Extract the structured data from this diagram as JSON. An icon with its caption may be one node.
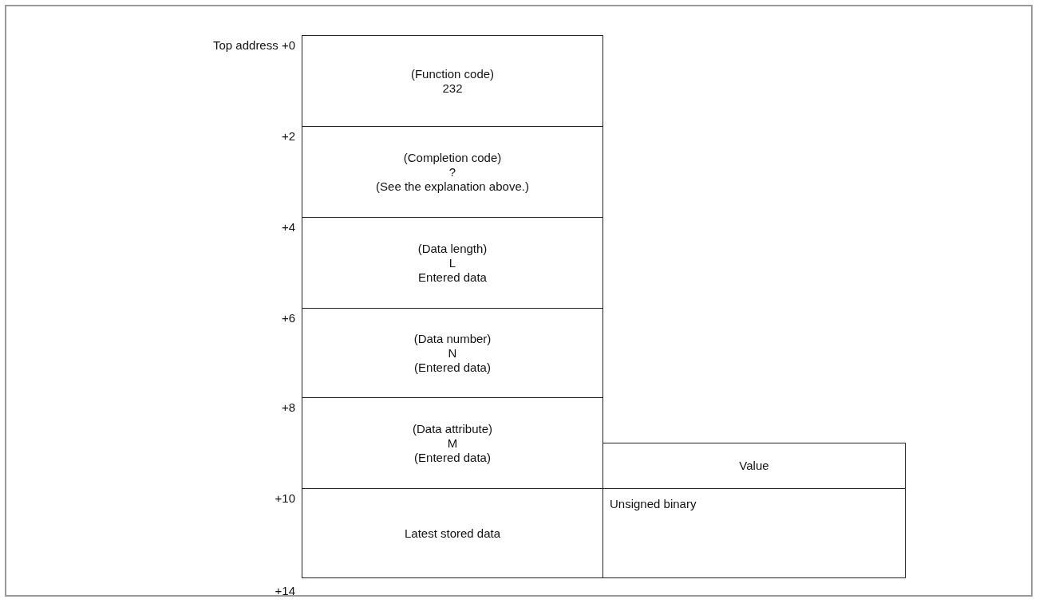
{
  "diagram": {
    "nodes": [
      {
        "text": [
          "(Function code)",
          "232"
        ]
      },
      {
        "text": [
          "(Completion code)",
          "?",
          "(See the explanation above.)"
        ]
      },
      {
        "text": [
          "(Data length)",
          "L",
          "Entered data"
        ]
      },
      {
        "text": [
          "(Data number)",
          "N",
          "(Entered data)"
        ]
      },
      {
        "text": [
          "(Data attribute)",
          "M",
          "(Entered data)"
        ]
      },
      {
        "text": [
          "Latest stored data"
        ]
      },
      {
        "text": [
          "Value"
        ]
      },
      {
        "text": [
          "Unsigned binary"
        ]
      }
    ],
    "labels": [
      "Top address +0",
      "+2",
      "+4",
      "+6",
      "+8",
      "+10",
      "+14"
    ]
  }
}
